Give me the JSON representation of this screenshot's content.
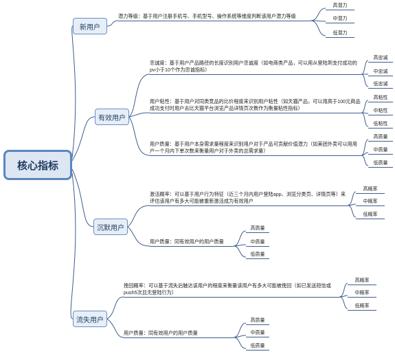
{
  "root": "核心指标",
  "categories": {
    "new_user": {
      "label": "新用户",
      "items": [
        {
          "text": "潜力等级：基于用户注册手机号、手机型号、操作系统等维度判断该用户潜力等级",
          "levels": [
            "高潜力",
            "中潜力",
            "低潜力"
          ]
        }
      ]
    },
    "active_user": {
      "label": "有效用户",
      "items": [
        {
          "text": "忠诚度：基于用户产品路径的长度识别用户忠诚度（如电商类产品，可以用从登陆到支付成功的pv小于10个作为忠诚指标）",
          "levels": [
            "高忠诚",
            "中忠诚",
            "低忠诚"
          ]
        },
        {
          "text": "用户粘性：基于用户对同类竞品的比价程度来识别用户粘性（如天猫产品，可以用高于100元商品成功支付时用户去比天猫平台浏览产品详情页次数作为衡量粘性指标）",
          "levels": [
            "高粘性",
            "中粘性",
            "低粘性"
          ]
        },
        {
          "text": "用户质量：基于用户本身需求量程度来识别用户对于产品可贡献价值潜力（如美团外卖可以用用户一个月内下单次数来衡量用户对于外卖的总需求量）",
          "levels": [
            "高质量",
            "中质量",
            "低质量"
          ]
        }
      ]
    },
    "silent_user": {
      "label": "沉默用户",
      "items": [
        {
          "text": "激活概率：可以基于用户行为特征（近三个月内用户登陆app、浏览分类页、详情页等）来评估该用户有多大可能被重新激活成为有效用户",
          "levels": [
            "高概率",
            "中概率",
            "低概率"
          ]
        },
        {
          "text": "用户质量：同有效用户的用户质量",
          "levels": [
            "高质量",
            "中质量",
            "低质量"
          ]
        }
      ]
    },
    "lost_user": {
      "label": "流失用户",
      "items": [
        {
          "text": "挽回概率：可以基于流失后触达该用户的程度来衡量该用户有多大可能被挽回（如已发送短信或push5次且无登陆行为）",
          "levels": [
            "高概率",
            "中概率",
            "低概率"
          ]
        },
        {
          "text": "用户质量：同有效用户的用户质量",
          "levels": [
            "高质量",
            "中质量",
            "低质量"
          ]
        }
      ]
    }
  },
  "colors": {
    "line": "#3f5d8a",
    "root_border": "#5b86bd",
    "root_fill": "#dde7f3",
    "node_border": "#6a8fc0",
    "node_fill": "#e6eef7"
  }
}
